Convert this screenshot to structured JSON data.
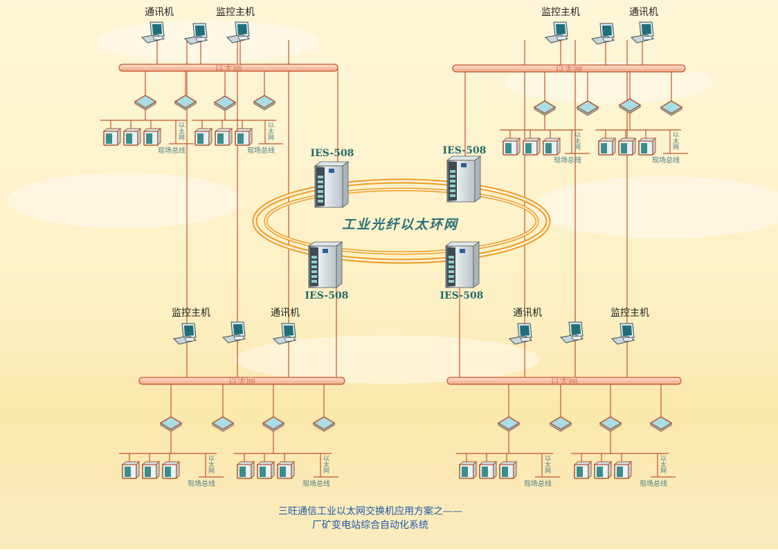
{
  "colors": {
    "bus_fill": "#f6c9b0",
    "bus_stroke": "#c0522e",
    "line": "#c0522e",
    "ring": "#f39a1e",
    "hub_fill": "#a9dde6",
    "device_fill": "#3d8c8c",
    "label_blue": "#1f5aa8",
    "switch_label": "#1f6a6a"
  },
  "ring": {
    "label": "工业光纤以太环网"
  },
  "switch_label": "IES-508",
  "bus_label": "以太网",
  "vertical_tag": "以太网",
  "fieldbus_label": "现场总线",
  "clusters": [
    {
      "hosts": [
        "通讯机",
        "",
        "监控主机"
      ]
    },
    {
      "hosts": [
        "监控主机",
        "",
        "通讯机"
      ]
    },
    {
      "hosts": [
        "监控主机",
        "",
        "通讯机"
      ]
    },
    {
      "hosts": [
        "通讯机",
        "",
        "监控主机"
      ]
    }
  ],
  "caption": {
    "line1": "三旺通信工业以太网交换机应用方案之——",
    "line2": "厂矿变电站综合自动化系统"
  }
}
